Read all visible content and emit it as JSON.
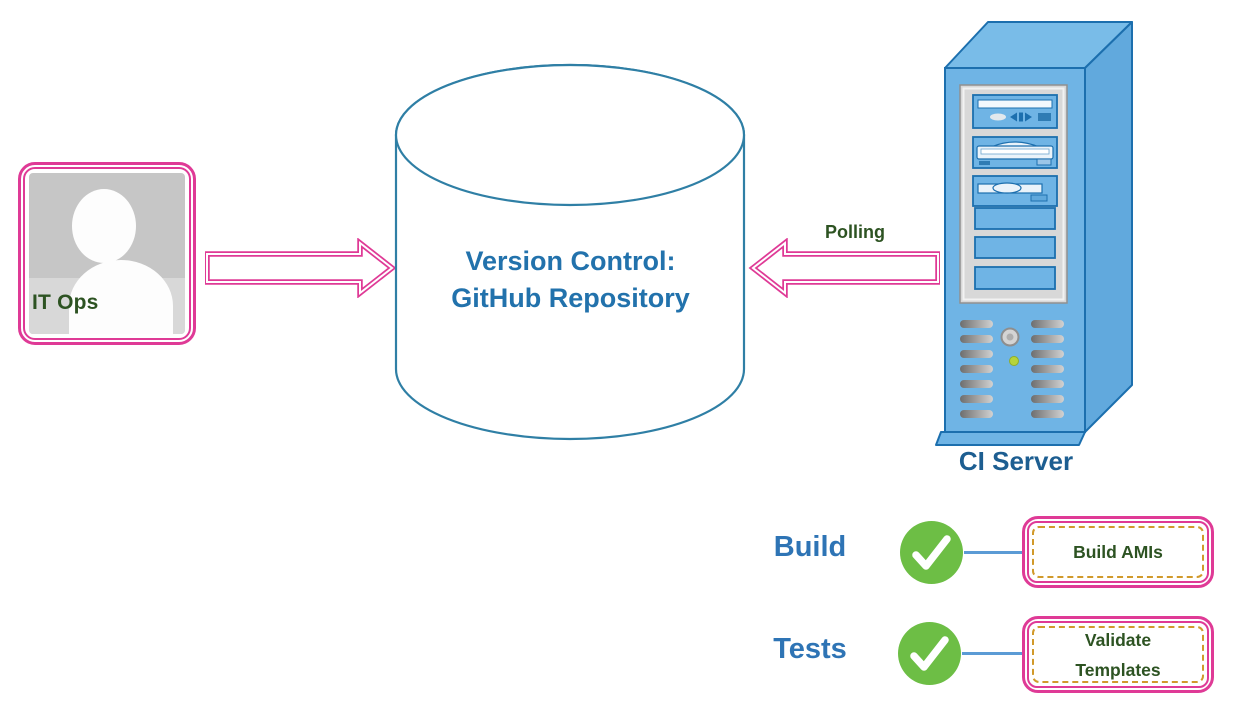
{
  "diagram_title": "CI pipeline flow",
  "actors": {
    "it_ops": {
      "label": "IT Ops",
      "icon": "person-avatar-icon"
    }
  },
  "repository": {
    "shape": "database-cylinder",
    "label_line1": "Version Control:",
    "label_line2": "GitHub Repository"
  },
  "polling": {
    "label": "Polling",
    "arrow_direction": "left"
  },
  "flow_arrow": {
    "direction": "right"
  },
  "server": {
    "label": "CI Server",
    "icon": "server-tower-icon"
  },
  "stages": [
    {
      "label": "Build",
      "status": "success",
      "status_icon": "check-circle-icon",
      "result_box": "Build AMIs"
    },
    {
      "label": "Tests",
      "status": "success",
      "status_icon": "check-circle-icon",
      "result_box": "Validate\nTemplates"
    }
  ],
  "colors": {
    "pink_outline": "#DF3A96",
    "dashed_inner_border": "#D19A2B",
    "dark_green_text": "#2D5322",
    "stage_heading_blue": "#2E74B5",
    "cylinder_text_blue": "#2272AC",
    "ci_server_text_blue": "#1D5E91",
    "check_green": "#6DBE45",
    "connector_blue": "#5B9BD5",
    "cylinder_stroke": "#2F7FA5",
    "server_body_blue": "#6FB4E5",
    "server_stroke": "#1C6FAE",
    "avatar_gray": "#C6C6C6"
  }
}
